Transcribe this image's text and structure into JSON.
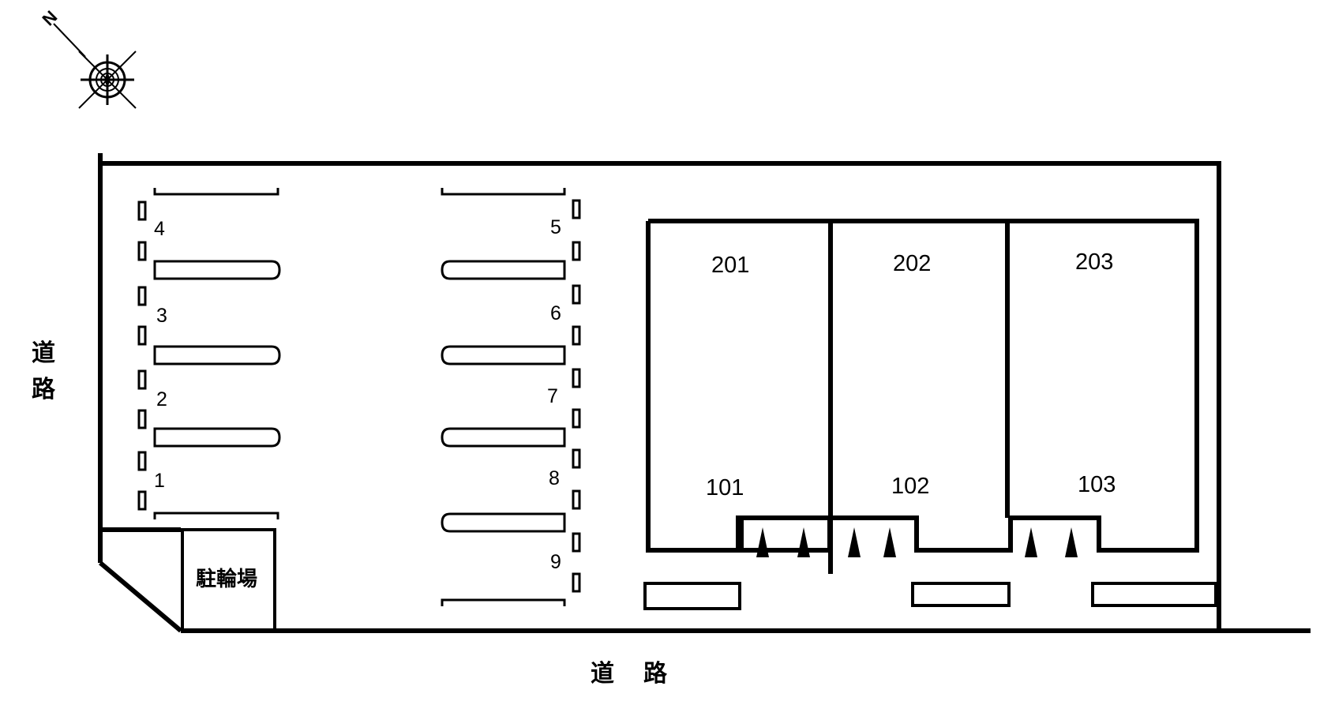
{
  "compass": {
    "north_mark": "N",
    "icon": "compass-rose-icon"
  },
  "roads": {
    "left_char_1": "道",
    "left_char_2": "路",
    "bottom_char_1": "道",
    "bottom_char_2": "路"
  },
  "bicycle_parking": {
    "label": "駐輪場"
  },
  "parking_spaces": {
    "left_column": [
      "4",
      "3",
      "2",
      "1"
    ],
    "middle_column": [
      "5",
      "6",
      "7",
      "8",
      "9"
    ]
  },
  "building": {
    "upper_units": [
      "201",
      "202",
      "203"
    ],
    "lower_units": [
      "101",
      "102",
      "103"
    ],
    "entrance_icon": "stair-triangle-icon"
  },
  "colors": {
    "line": "#000000",
    "background": "#ffffff"
  }
}
